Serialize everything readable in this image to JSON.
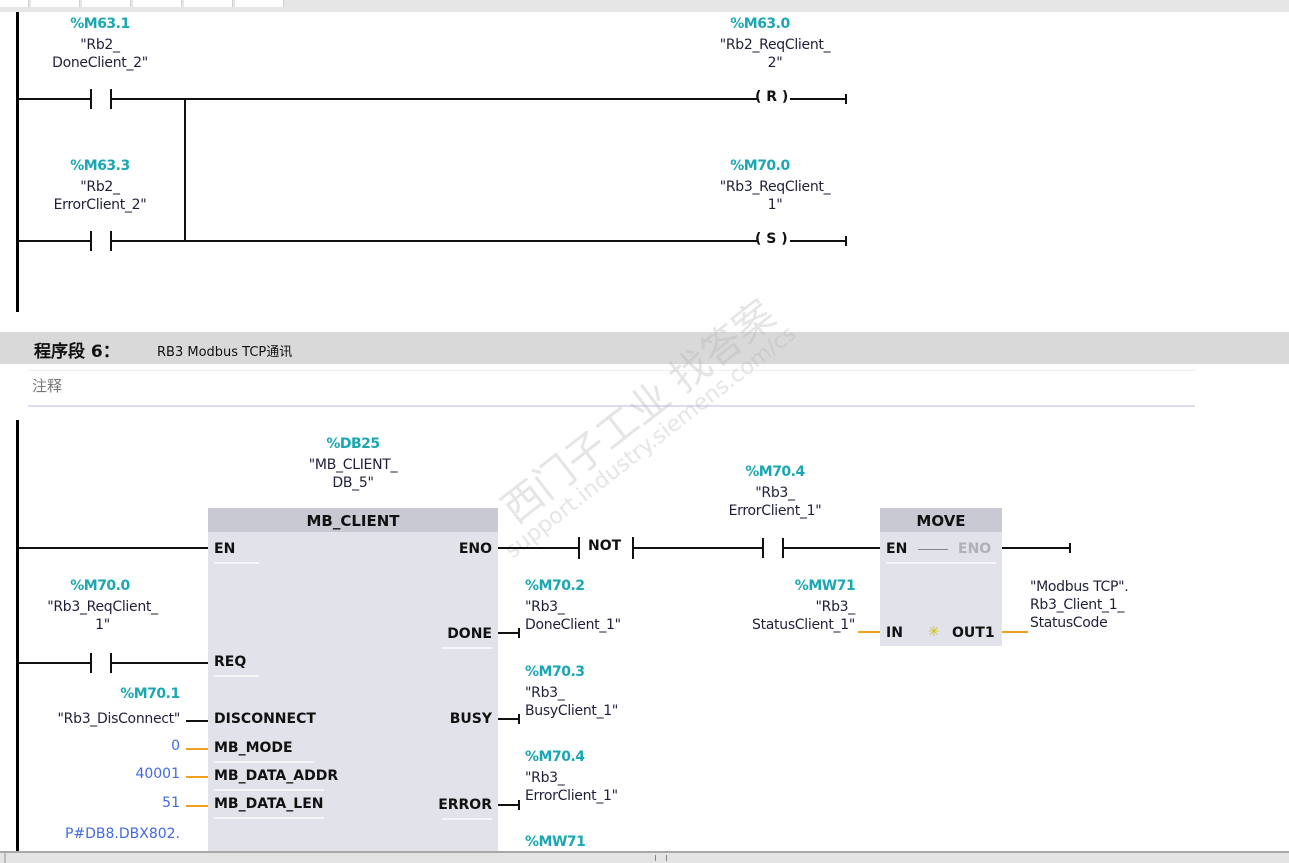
{
  "network5": {
    "contacts": [
      {
        "address": "%M63.1",
        "tag_line1": "\"Rb2_",
        "tag_line2": "DoneClient_2\""
      },
      {
        "address": "%M63.3",
        "tag_line1": "\"Rb2_",
        "tag_line2": "ErrorClient_2\""
      }
    ],
    "coils": [
      {
        "address": "%M63.0",
        "tag_line1": "\"Rb2_ReqClient_",
        "tag_line2": "2\"",
        "type": "R"
      },
      {
        "address": "%M70.0",
        "tag_line1": "\"Rb3_ReqClient_",
        "tag_line2": "1\"",
        "type": "S"
      }
    ]
  },
  "network6": {
    "label": "程序段 6：",
    "title": "RB3 Modbus TCP通讯",
    "comment_placeholder": "注释",
    "instance_db": {
      "address": "%DB25",
      "line1": "\"MB_CLIENT_",
      "line2": "DB_5\""
    },
    "mb_client": {
      "name": "MB_CLIENT",
      "pins_in": [
        "EN",
        "REQ",
        "DISCONNECT",
        "MB_MODE",
        "MB_DATA_ADDR",
        "MB_DATA_LEN"
      ],
      "pins_out": [
        "ENO",
        "DONE",
        "BUSY",
        "ERROR"
      ]
    },
    "req_contact": {
      "address": "%M70.0",
      "tag_line1": "\"Rb3_ReqClient_",
      "tag_line2": "1\""
    },
    "disconnect": {
      "address": "%M70.1",
      "tag": "\"Rb3_DisConnect\""
    },
    "mb_mode": "0",
    "mb_data_addr": "40001",
    "mb_data_len": "51",
    "mb_data_ptr": "P#DB8.DBX802.",
    "done_out": {
      "address": "%M70.2",
      "tag_line1": "\"Rb3_",
      "tag_line2": "DoneClient_1\""
    },
    "busy_out": {
      "address": "%M70.3",
      "tag_line1": "\"Rb3_",
      "tag_line2": "BusyClient_1\""
    },
    "error_out": {
      "address": "%M70.4",
      "tag_line1": "\"Rb3_",
      "tag_line2": "ErrorClient_1\""
    },
    "status_out": {
      "address": "%MW71"
    },
    "not_label": "NOT",
    "error_contact": {
      "address": "%M70.4",
      "tag_line1": "\"Rb3_",
      "tag_line2": "ErrorClient_1\""
    },
    "move": {
      "name": "MOVE",
      "en": "EN",
      "eno": "ENO",
      "in": "IN",
      "out": "OUT1",
      "in_operand": {
        "address": "%MW71",
        "tag_line1": "\"Rb3_",
        "tag_line2": "StatusClient_1\""
      },
      "out_operand": {
        "line1": "\"Modbus TCP\".",
        "line2": "Rb3_Client_1_",
        "line3": "StatusCode"
      }
    }
  },
  "watermark": {
    "line1": "西门子工业  找答案",
    "line2": "support.industry.siemens.com/cs"
  }
}
